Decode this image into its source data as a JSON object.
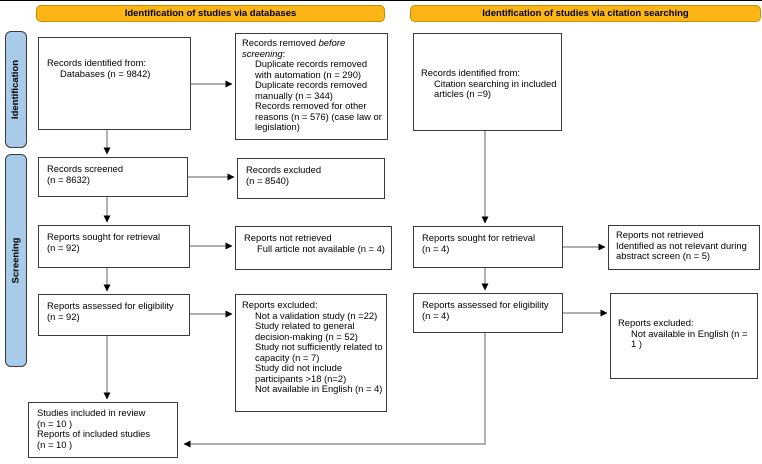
{
  "headers": {
    "databases": "Identification of studies via databases",
    "citation": "Identification of studies via citation searching"
  },
  "sidebar": {
    "identification": "Identification",
    "screening": "Screening"
  },
  "colors": {
    "header_bg": "#FBB615",
    "header_border": "#C98C00",
    "sidebar_bg": "#A8CBEA",
    "sidebar_border": "#3A3A3A",
    "box_border": "#3A3A3A",
    "connector": "#7F7F7F",
    "arrowhead": "#000000"
  },
  "boxes": {
    "records_identified_db": {
      "line1": "Records identified from:",
      "line2": "Databases (n = 9842)"
    },
    "records_removed": {
      "lead_plain": "Records removed ",
      "lead_italic1": "before",
      "lead_italic2": "screening",
      "lead_colon": ":",
      "items": [
        "Duplicate records removed with automation (n = 290)",
        "Duplicate records removed manually (n = 344)",
        "Records removed for other reasons (n = 576) (case law or legislation)"
      ]
    },
    "records_screened": {
      "line1": "Records screened",
      "line2": "(n = 8632)"
    },
    "records_excluded": {
      "line1": "Records excluded",
      "line2": "(n = 8540)"
    },
    "reports_sought_db": {
      "line1": "Reports sought for retrieval",
      "line2": "(n = 92)"
    },
    "reports_not_retrieved_db": {
      "line1": "Reports not retrieved",
      "line2": "Full article not available (n = 4)"
    },
    "reports_assessed_db": {
      "line1": "Reports assessed for eligibility",
      "line2": "(n = 92)"
    },
    "reports_excluded_db": {
      "title": "Reports excluded:",
      "items": [
        "Not a validation study (n =22)",
        "Study related to general decision-making (n = 52)",
        "Study not sufficiently related to capacity (n = 7)",
        "Study did not include participants >18 (n=2)",
        "Not available in English (n = 4)"
      ]
    },
    "included": {
      "line1": "Studies included in review",
      "line2": "(n = 10 )",
      "line3": "Reports of included studies",
      "line4": "(n = 10 )"
    },
    "records_identified_citation": {
      "line1": "Records identified from:",
      "line2": "Citation searching in included articles (n =9)"
    },
    "reports_sought_citation": {
      "line1": "Reports sought for retrieval",
      "line2": "(n = 4)"
    },
    "reports_not_retrieved_citation": {
      "line1": "Reports not retrieved",
      "line2": "Identified as not relevant during abstract screen (n = 5)"
    },
    "reports_assessed_citation": {
      "line1": "Reports assessed for eligibility",
      "line2": "(n = 4)"
    },
    "reports_excluded_citation": {
      "title": "Reports excluded:",
      "line2": "Not available in English (n = 1 )"
    }
  }
}
